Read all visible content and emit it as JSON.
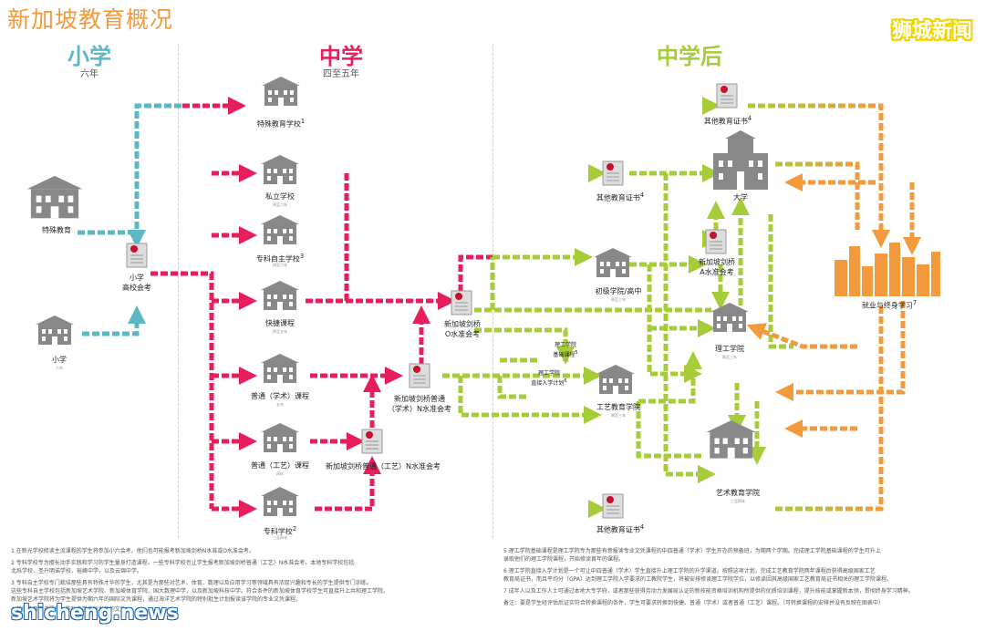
{
  "title": "新加坡教育概况",
  "brand": "狮城新闻",
  "watermark": "shicheng.news",
  "colors": {
    "primary_teal": "#5bb9c7",
    "secondary_pink": "#e61e5c",
    "post_green": "#a6cc3a",
    "orange": "#f39a3c",
    "building_gray": "#888888"
  },
  "stages": {
    "primary": {
      "title": "小学",
      "sub": "六年"
    },
    "secondary": {
      "title": "中学",
      "sub": "四至五年"
    },
    "post": {
      "title": "中学后"
    }
  },
  "nodes": {
    "special_ed": "特殊教育",
    "primary_school": "小学",
    "primary_school_small": "六年",
    "psle_line1": "小学",
    "psle_line2": "高校会考",
    "special_school": "特殊教育学校",
    "special_school_sup": "1",
    "private_school": "私立学校",
    "private_school_small": "四至六年",
    "specialized_indep": "专科自主学校",
    "specialized_indep_sup": "3",
    "specialized_indep_small": "四至六年",
    "express": "快捷课程",
    "express_small": "四至五年",
    "normal_academic": "普通（学术）课程",
    "normal_academic_small": "五年",
    "normal_technical": "普通（工艺）课程",
    "normal_technical_small": "四年",
    "specialized_school": "专科学校",
    "specialized_school_sup": "2",
    "specialized_school_small": "三至四年",
    "olevel_line1": "新加坡剑桥",
    "olevel_line2": "O水准会考",
    "nalevel_line1": "新加坡剑桥普通",
    "nalevel_line2": "（学术）N水准会考",
    "ntlevel": "新加坡剑桥普通（工艺）N水准会考",
    "other_cert_top": "其他教育证书",
    "other_cert_mid": "其他教育证书",
    "other_cert_bot": "其他教育证书",
    "cert_sup": "4",
    "jc": "初级学院/高中",
    "jc_small": "两至三年",
    "alevel_line1": "新加坡剑桥",
    "alevel_line2": "A水准会考",
    "university": "大学",
    "poly": "理工学院",
    "poly_small": "两至三年",
    "poly_foundation_line1": "理工学院",
    "poly_foundation_line2": "基础课程",
    "poly_foundation_sup": "5",
    "poly_foundation_small": "一年",
    "poly_direct_line1": "理工学院",
    "poly_direct_line2": "直接入学计划",
    "poly_direct_sup": "6",
    "ite": "工艺教育学院",
    "ite_small": "两至三年",
    "arts": "艺术教育学院",
    "arts_small": "三至四年",
    "career_line1": "就业与终身学习",
    "career_sup": "7"
  },
  "notes_left": [
    "1 在新光学校修读主流课程的学生将参加小六会考。他们也可能报考新加坡剑桥N水准或O水准会考。",
    "2 专科学校专为擅长动手实践和学习的学生量身打造课程。一些专科学校也让学生报考新加坡剑桥普通（工艺）N水准会考。本地专科学校包括",
    "北烁学校、圣升明诺学校、裕峰中学，以及云锦中学。",
    "3 专科自主学校专门栽培那些具有特殊才华的学生，尤其是为那些对艺术、体育、数理以及应用学习等领域具有浓厚兴趣和专长的学生提供专门训练。",
    "这些专科自主学校包括新加坡艺术学院、新加坡体育学院、国大数理中学，以及新加坡科技中学。符合条件的新加坡体育学校学生可直接升上共和理工学院。",
    "新加坡艺术学院将为学生提供为期六年的国际文凭课程，通过海洋艺术学院的特别批生计划报读该学院的专业文凭课程。",
    "4 其他教育证书是指一些私立学校所发放的文凭。"
  ],
  "notes_right": [
    "5 理工学院基础课程是理工学院专为那些有意报读专业文凭课程的中四普通（学术）学生开办的预备班，为期两个学期。完成理工学院基础课程的学生可升上",
    "录取他们的理工学院课程，开始修读首年的课程。",
    "6 理工学院直接入学计划是一个可让中四普通（学术）学生直接升上理工学院的升学渠道。按照这项计划，完成工艺教育学院两年课程后获得高级国家工艺",
    "教育局证书，而且平均分（GPA）达到理工学院入学要求的工教院学生，将被安排修读理工学院学位，以修读因其高级国家工艺教育局证书相关的理工学院课程。",
    "7 成年人以及工作人士可通过本地大专学府，或者那些获得劳动力发展局认证的新技能资格培训机构所提供的优质培训课程，提升技能或掌握新本领，贯彻终身学习精神。",
    "备注：要是学生经评估后证实符合转换课程的条件，学生可要求转换到快捷、普通（学术）或者普通（工艺）课程。（可转换课程的安排并没有反映在图表中）"
  ]
}
